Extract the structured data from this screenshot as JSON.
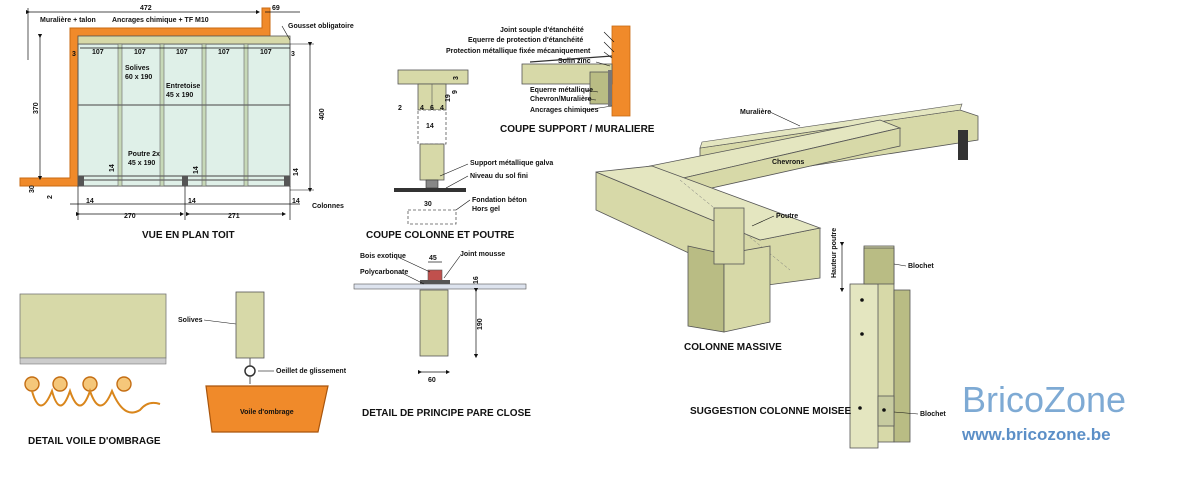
{
  "colors": {
    "wall_orange": "#f08a2a",
    "wood": "#d7d9a8",
    "wood_dark": "#b9bc84",
    "glass": "#dff0e8",
    "brand": "#7eaad4"
  },
  "roof_plan": {
    "title": "VUE EN PLAN TOIT",
    "labels": {
      "muraliere_talon": "Muralière + talon",
      "ancrages": "Ancrages chimique + TF M10",
      "gousset": "Gousset obligatoire",
      "solives": "Solives",
      "solives_size": "60 x 190",
      "entretoise": "Entretoise",
      "entretoise_size": "45 x 190",
      "poutre": "Poutre 2x",
      "poutre_size": "45 x 190",
      "colonnes": "Colonnes"
    },
    "dims": {
      "total_width": "472",
      "top_right": "69",
      "bay": "107",
      "edge": "3",
      "height_left": "370",
      "height_right": "400",
      "post": "14",
      "left_bottom": "30",
      "small_bottom": "2",
      "span_left": "270",
      "span_right": "271"
    }
  },
  "column_beam": {
    "title": "COUPE COLONNE ET POUTRE",
    "labels": {
      "support": "Support métallique galva",
      "niveau": "Niveau du sol fini",
      "fondation": "Fondation béton",
      "hors_gel": "Hors gel"
    },
    "dims": {
      "d3": "3",
      "d9": "9",
      "d19": "19",
      "d2": "2",
      "d4": "4",
      "d6": "6",
      "d14": "14",
      "d30": "30"
    }
  },
  "support_wall": {
    "title": "COUPE SUPPORT / MURALIERE",
    "labels": {
      "joint": "Joint souple d'étanchéité",
      "equerre_protection": "Equerre de protection d'étanchéité",
      "protection": "Protection métallique fixée mécaniquement",
      "solin": "Solin zinc",
      "equerre_metallique": "Equerre métallique",
      "chevron": "Chevron/Muralière",
      "ancrages": "Ancrages chimiques"
    }
  },
  "parclose": {
    "title": "DETAIL DE PRINCIPE PARE CLOSE",
    "labels": {
      "bois": "Bois exotique",
      "poly": "Polycarbonate",
      "joint": "Joint mousse"
    },
    "dims": {
      "d45": "45",
      "d16": "16",
      "d190": "190",
      "d60": "60"
    }
  },
  "shade": {
    "title": "DETAIL VOILE D'OMBRAGE",
    "labels": {
      "solives": "Solives",
      "oeillet": "Oeillet de glissement",
      "voile": "Voile d'ombrage"
    }
  },
  "iso": {
    "labels": {
      "muraliere": "Muralière",
      "chevrons": "Chevrons",
      "poutre": "Poutre",
      "colonne_massive": "COLONNE MASSIVE",
      "suggestion": "SUGGESTION COLONNE MOISEE",
      "hauteur": "Hauteur poutre",
      "blochet_top": "Blochet",
      "blochet_bottom": "Blochet"
    }
  },
  "brand": {
    "name": "BricoZone",
    "url": "www.bricozone.be"
  }
}
